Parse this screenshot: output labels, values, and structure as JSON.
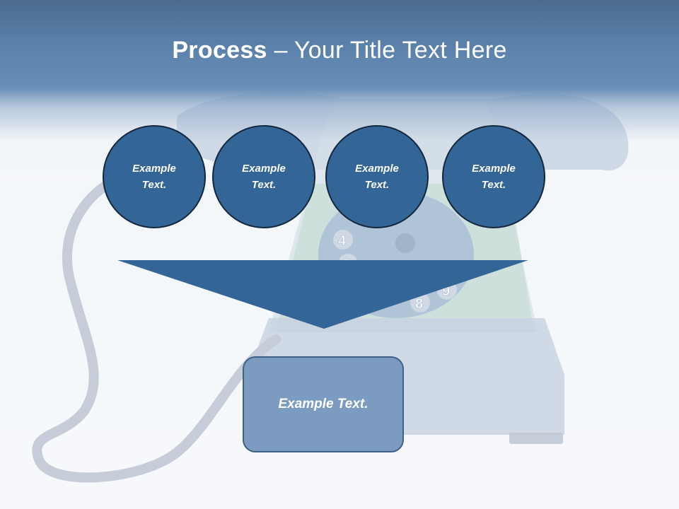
{
  "slide": {
    "title_bold": "Process",
    "title_rest": " – Your Title Text Here"
  },
  "steps": [
    {
      "text": "Example Text."
    },
    {
      "text": "Example Text."
    },
    {
      "text": "Example Text."
    },
    {
      "text": "Example Text."
    }
  ],
  "result": {
    "text": "Example Text."
  },
  "background": {
    "dial_digits": [
      "4",
      "7",
      "8",
      "9"
    ]
  },
  "colors": {
    "header": "#5a80a9",
    "circle_fill": "#336596",
    "circle_border": "#13273f",
    "arrow": "#336596",
    "box_fill": "#7b9cc0",
    "box_border": "#3e5f86"
  }
}
